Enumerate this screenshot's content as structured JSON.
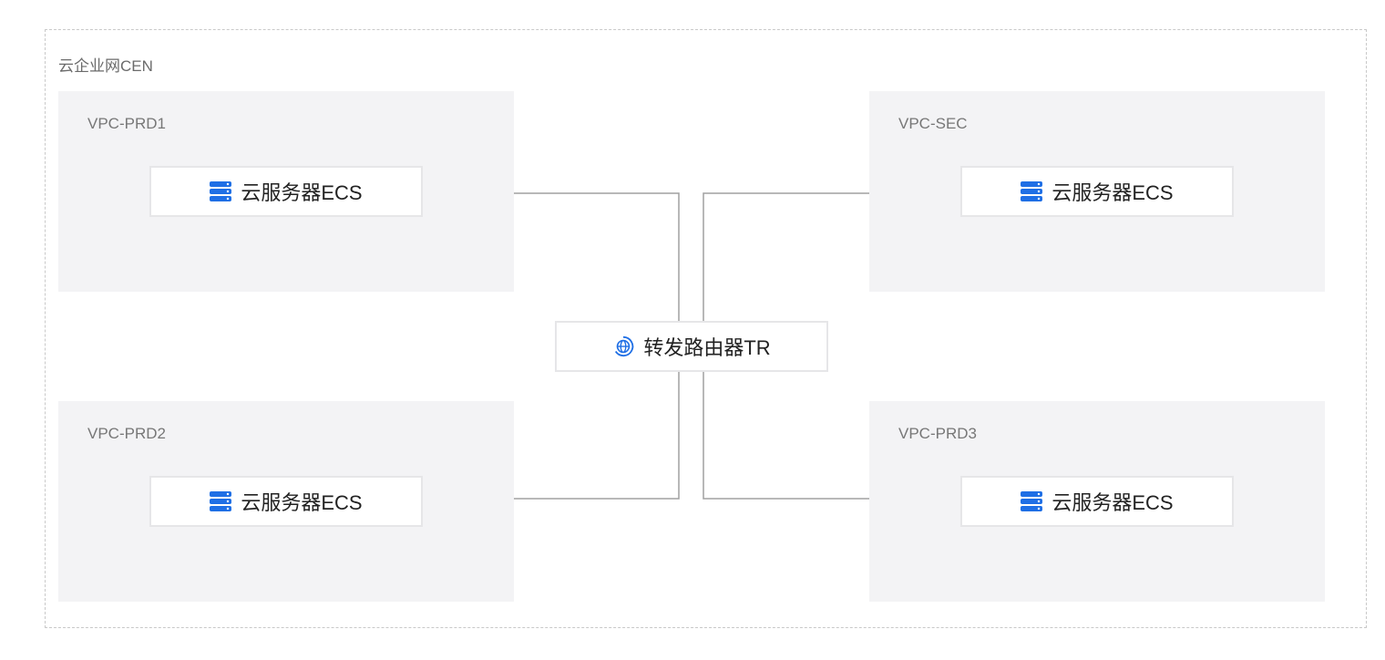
{
  "cen": {
    "label": "云企业网CEN"
  },
  "vpcs": [
    {
      "label": "VPC-PRD1",
      "node": "云服务器ECS"
    },
    {
      "label": "VPC-SEC",
      "node": "云服务器ECS"
    },
    {
      "label": "VPC-PRD2",
      "node": "云服务器ECS"
    },
    {
      "label": "VPC-PRD3",
      "node": "云服务器ECS"
    }
  ],
  "router": {
    "label": "转发路由器TR",
    "icon": "globe-icon"
  },
  "colors": {
    "accent": "#1f6fe5",
    "vpc_bg": "#f3f3f5",
    "line": "#a0a0a0"
  }
}
